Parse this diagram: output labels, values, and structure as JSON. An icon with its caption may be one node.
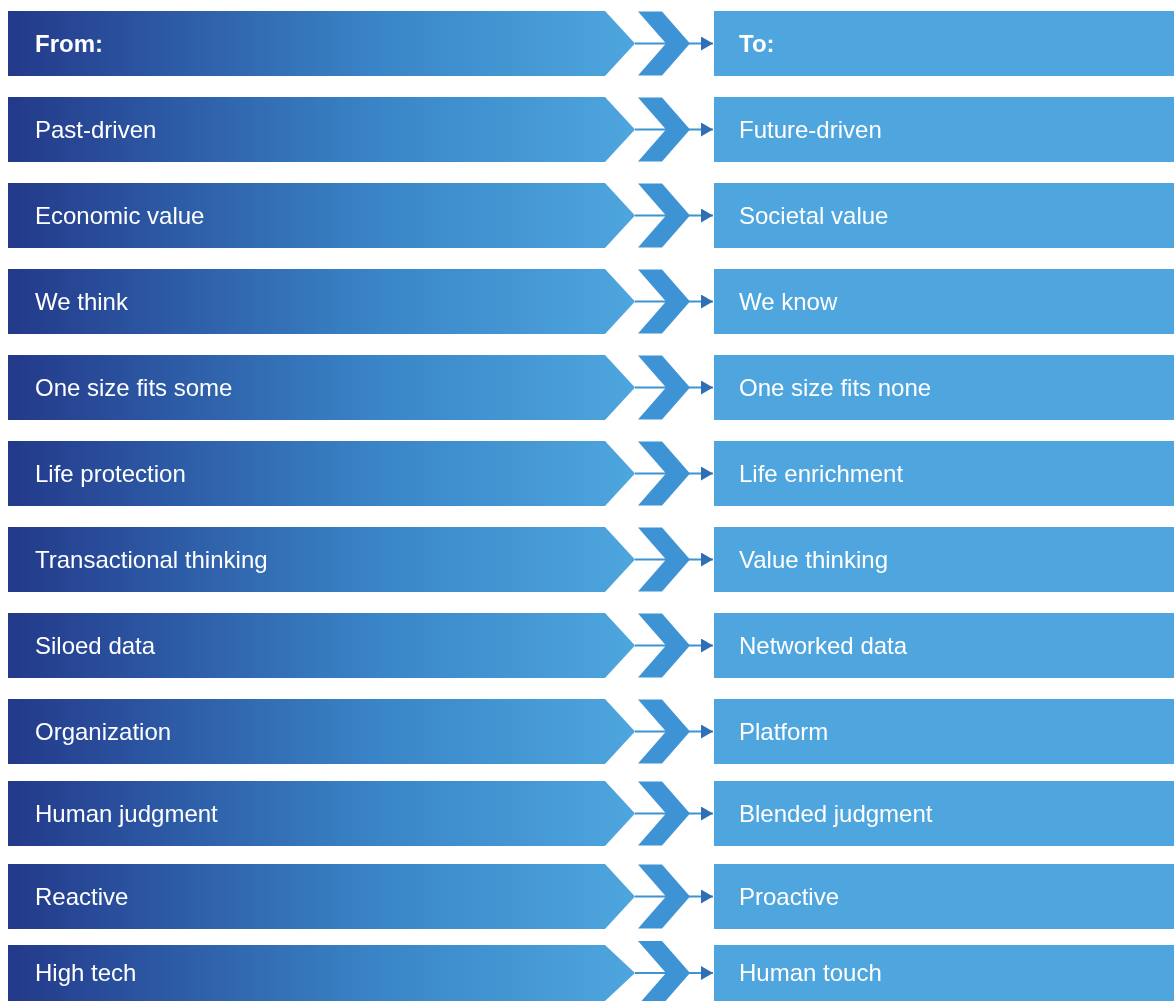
{
  "diagram": {
    "nodes": [
      {
        "text": [
          "From:"
        ]
      },
      {
        "text": [
          "To:"
        ]
      },
      {
        "text": [
          "Past-driven"
        ]
      },
      {
        "text": [
          "Future-driven"
        ]
      },
      {
        "text": [
          "Economic value"
        ]
      },
      {
        "text": [
          "Societal value"
        ]
      },
      {
        "text": [
          "We think"
        ]
      },
      {
        "text": [
          "We know"
        ]
      },
      {
        "text": [
          "One size fits some"
        ]
      },
      {
        "text": [
          "One size fits none"
        ]
      },
      {
        "text": [
          "Life protection"
        ]
      },
      {
        "text": [
          "Life enrichment"
        ]
      },
      {
        "text": [
          "Transactional thinking"
        ]
      },
      {
        "text": [
          "Value thinking"
        ]
      },
      {
        "text": [
          "Siloed data"
        ]
      },
      {
        "text": [
          "Networked data"
        ]
      },
      {
        "text": [
          "Organization"
        ]
      },
      {
        "text": [
          "Platform"
        ]
      },
      {
        "text": [
          "Human judgment"
        ]
      },
      {
        "text": [
          "Blended judgment"
        ]
      },
      {
        "text": [
          "Reactive"
        ]
      },
      {
        "text": [
          "Proactive"
        ]
      },
      {
        "text": [
          "High tech"
        ]
      },
      {
        "text": [
          "Human touch"
        ]
      }
    ],
    "edges": [
      {
        "from": 0,
        "to": 1,
        "arrow": "to"
      },
      {
        "from": 2,
        "to": 3,
        "arrow": "to"
      },
      {
        "from": 4,
        "to": 5,
        "arrow": "to"
      },
      {
        "from": 6,
        "to": 7,
        "arrow": "to"
      },
      {
        "from": 8,
        "to": 9,
        "arrow": "to"
      },
      {
        "from": 10,
        "to": 11,
        "arrow": "to"
      },
      {
        "from": 12,
        "to": 13,
        "arrow": "to"
      },
      {
        "from": 14,
        "to": 15,
        "arrow": "to"
      },
      {
        "from": 16,
        "to": 17,
        "arrow": "to"
      },
      {
        "from": 18,
        "to": 19,
        "arrow": "to"
      },
      {
        "from": 20,
        "to": 21,
        "arrow": "to"
      },
      {
        "from": 22,
        "to": 23,
        "arrow": "to"
      }
    ]
  }
}
